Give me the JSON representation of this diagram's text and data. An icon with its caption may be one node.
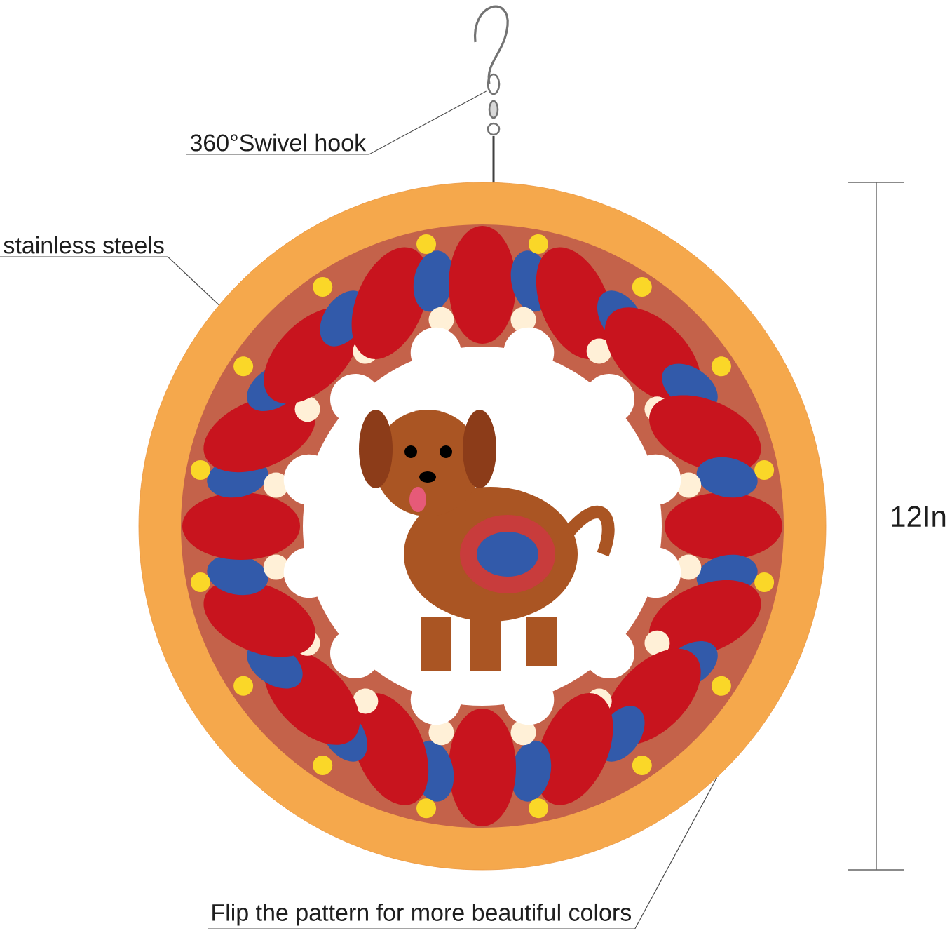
{
  "diagram": {
    "nodes": [
      {
        "text": [
          "360°Swivel hook"
        ]
      },
      {
        "text": [],
        "shape": "picture"
      },
      {
        "text": [
          "stainless steels"
        ]
      },
      {
        "text": [],
        "shape": "picture"
      },
      {
        "text": [
          "Flip the pattern for more beautiful colors"
        ]
      }
    ],
    "edges": [
      {
        "from": 0,
        "to": 1,
        "arrow": "none"
      },
      {
        "from": 2,
        "to": 3,
        "arrow": "none"
      },
      {
        "from": 4,
        "to": 3,
        "arrow": "none"
      }
    ],
    "labels": [
      "12In"
    ]
  }
}
